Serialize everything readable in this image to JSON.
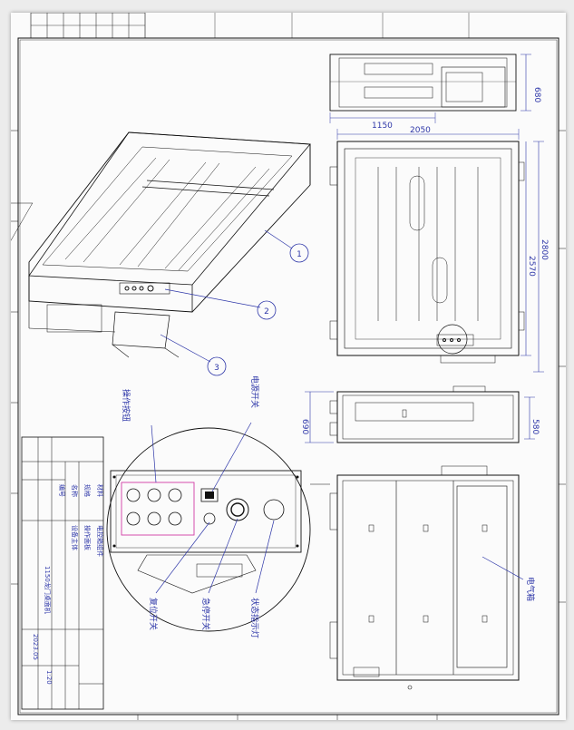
{
  "dimensions": {
    "top_width": "1150",
    "top_height": "680",
    "overall_width": "2050",
    "overall_height": "2800",
    "inner_height": "2570",
    "side_height_left": "690",
    "side_height_right": "580"
  },
  "callouts": [
    "1",
    "2",
    "3"
  ],
  "labels": {
    "label_operation_buttons": "操作按钮",
    "label_power_switch": "电源开关",
    "label_reset_switch": "复位开关",
    "label_emergency_stop": "急停开关",
    "label_status_light": "状态指示灯",
    "label_electrical_box": "电气箱"
  },
  "title_block": {
    "rows": [
      "编号",
      "名称",
      "规格",
      "材料"
    ],
    "items": [
      "设备主体",
      "操作面板",
      "电控箱组件"
    ],
    "drawing_name": "1150龙门桌面机",
    "date": "2023.05",
    "scale": "1:20"
  },
  "colors": {
    "annotation_blue": "#2d36a8",
    "line_black": "#111111",
    "highlight_magenta": "#d23ba6"
  }
}
